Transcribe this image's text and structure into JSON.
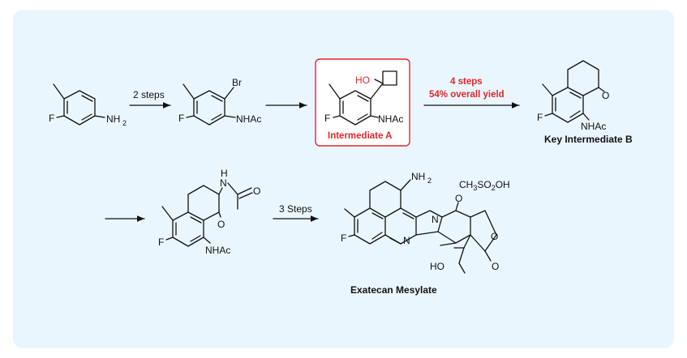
{
  "steps": {
    "s1": "2 steps",
    "s2_line1": "4 steps",
    "s2_line2": "54% overall yield",
    "s3": "3 Steps"
  },
  "compounds": {
    "intermediate_a": "Intermediate A",
    "key_intermediate_b": "Key Intermediate B",
    "product": "Exatecan Mesylate"
  },
  "atoms": {
    "F": "F",
    "NH2": "NH",
    "NH2_sub": "2",
    "Br": "Br",
    "NHAc": "NHAc",
    "HO": "HO",
    "O": "O",
    "N": "N",
    "H": "H",
    "mesylate": {
      "p1": "CH",
      "p2": "3",
      "p3": "SO",
      "p4": "2",
      "p5": "OH"
    }
  },
  "colors": {
    "highlight": "#e0262b",
    "panel": "#eaf6fd"
  }
}
